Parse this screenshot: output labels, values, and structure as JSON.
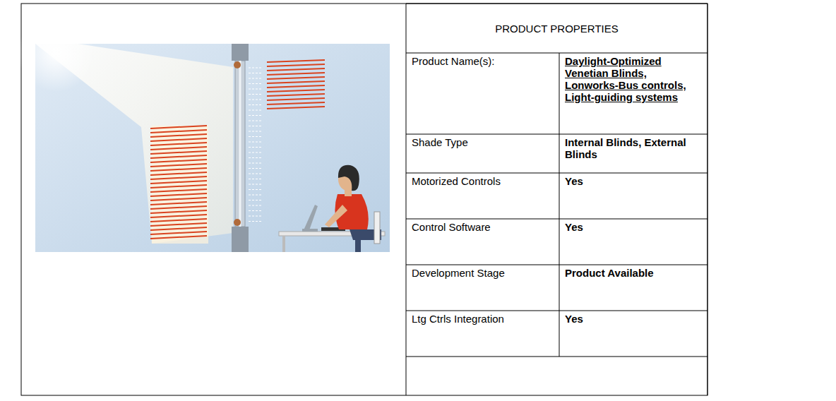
{
  "diagram": {
    "labels": [
      "PRODUCT PROPERTIES",
      "Product Name(s):",
      "Daylight-Optimized Venetian Blinds, Lonworks-Bus controls, Light-guiding systems",
      "Shade Type",
      "Internal Blinds, External Blinds",
      "Motorized Controls",
      "Yes",
      "Control Software",
      "Yes",
      "Development Stage",
      "Product Available",
      "Ltg Ctrls Integration",
      "Yes"
    ]
  }
}
